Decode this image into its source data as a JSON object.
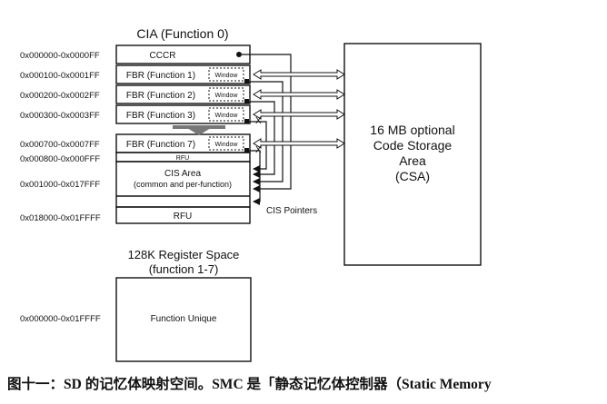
{
  "cia": {
    "title": "CIA (Function 0)",
    "rows": [
      {
        "address": "0x000000-0x0000FF",
        "label": "CCCR"
      },
      {
        "address": "0x000100-0x0001FF",
        "label": "FBR (Function 1)",
        "tag": "Window"
      },
      {
        "address": "0x000200-0x0002FF",
        "label": "FBR (Function 2)",
        "tag": "Window"
      },
      {
        "address": "0x000300-0x0003FF",
        "label": "FBR (Function 3)",
        "tag": "Window"
      },
      {
        "address": "0x000700-0x0007FF",
        "label": "FBR (Function 7)",
        "tag": "Window"
      },
      {
        "address": "0x000800-0x000FFF",
        "label": "RFU"
      },
      {
        "address": "0x001000-0x017FFF",
        "label": "CIS Area",
        "sublabel": "(common and per-function)"
      },
      {
        "address": "0x018000-0x01FFFF",
        "label": "RFU"
      }
    ],
    "pointer_label": "CIS Pointers",
    "break_marks": [
      "X",
      "X"
    ]
  },
  "csa": {
    "lines": [
      "16 MB optional",
      "Code Storage",
      "Area",
      "(CSA)"
    ]
  },
  "register_space": {
    "title_lines": [
      "128K Register Space",
      "(function 1-7)"
    ],
    "address": "0x000000-0x01FFFF",
    "label": "Function Unique"
  },
  "caption": "图十一：SD 的记忆体映射空间。SMC 是「静态记忆体控制器（Static Memory"
}
